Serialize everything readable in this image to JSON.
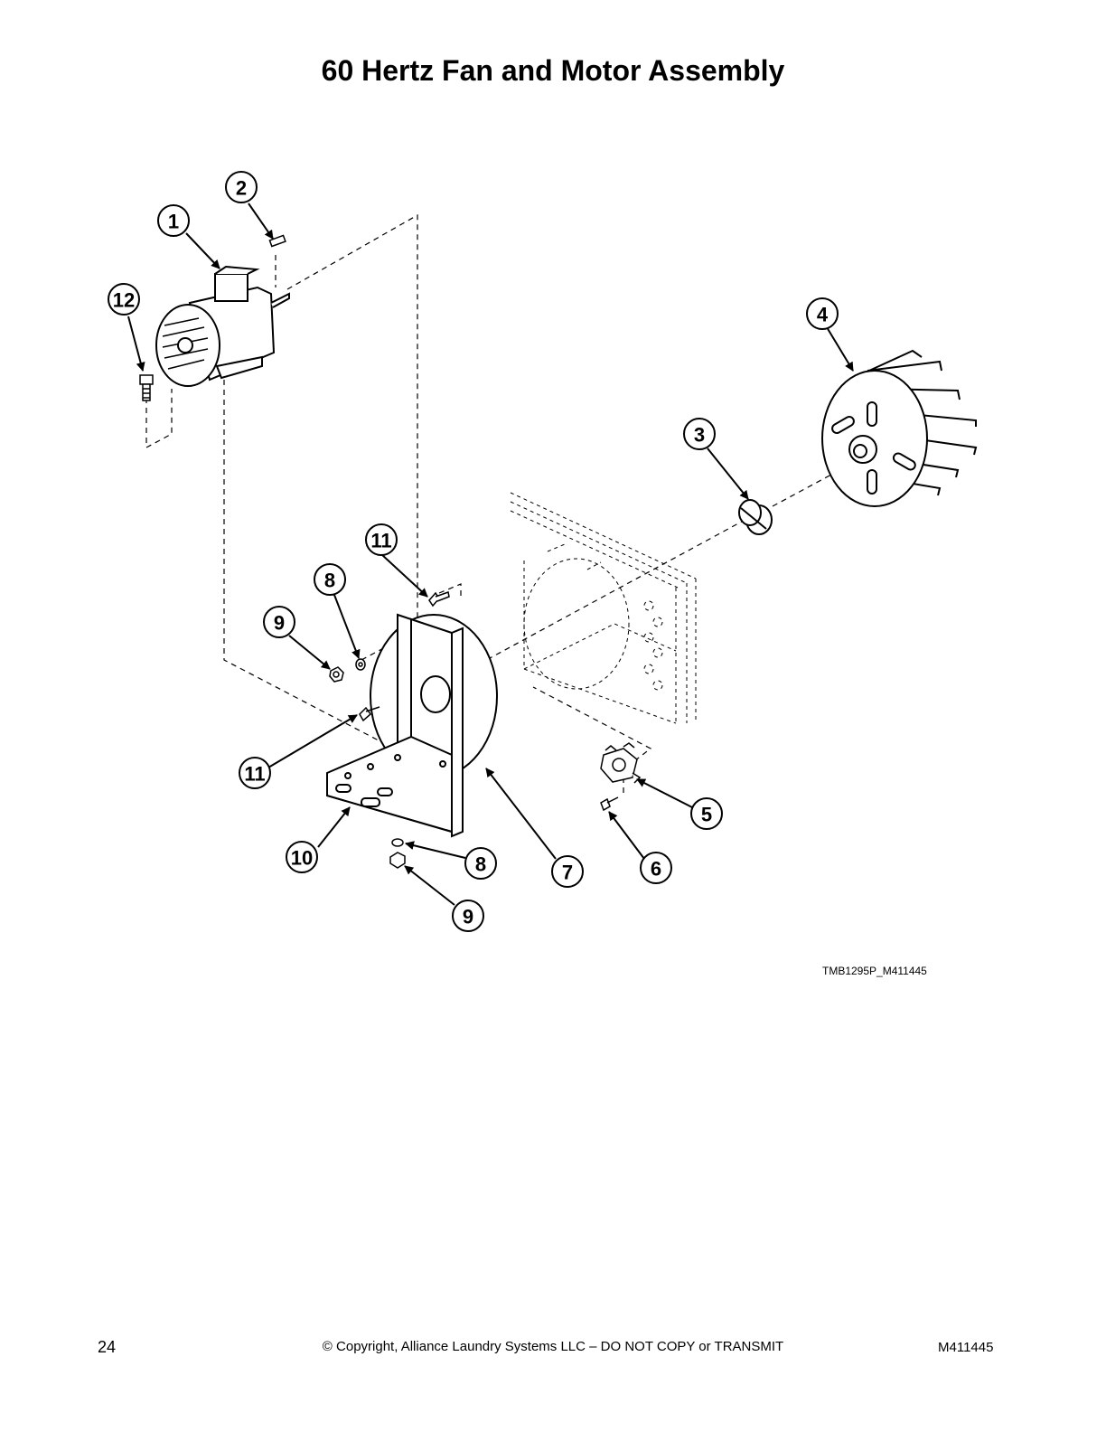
{
  "title": "60 Hertz Fan and Motor Assembly",
  "drawing_id": "TMB1295P_M411445",
  "footer": {
    "page_number": "24",
    "copyright": "© Copyright, Alliance Laundry Systems LLC – DO NOT COPY or TRANSMIT",
    "doc_id": "M411445"
  },
  "callouts": [
    "1",
    "2",
    "3",
    "4",
    "5",
    "6",
    "7",
    "8",
    "9",
    "10",
    "11",
    "12"
  ]
}
